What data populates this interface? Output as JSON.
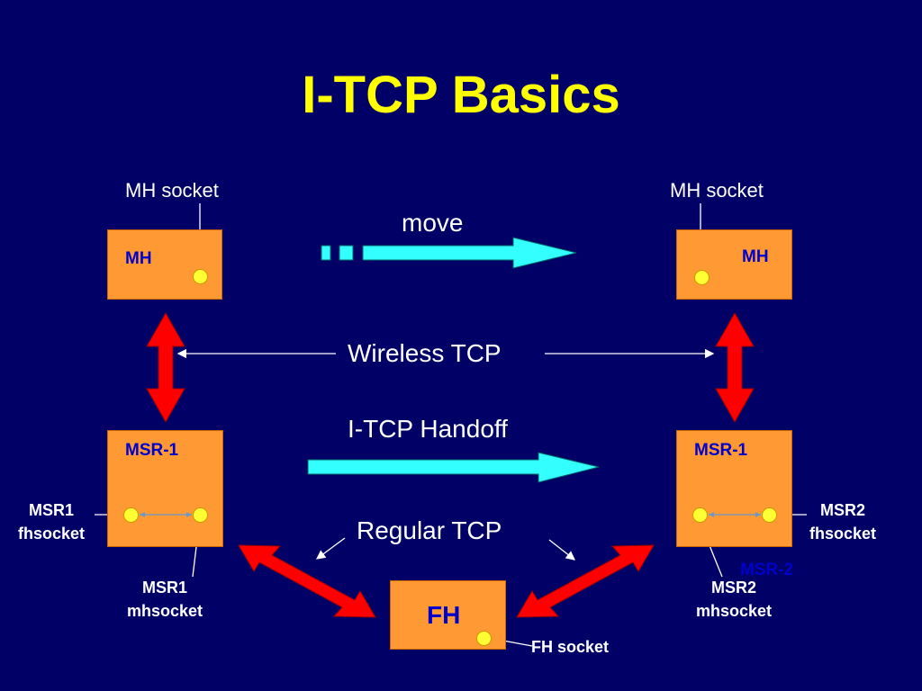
{
  "title": "I-TCP Basics",
  "labels": {
    "mh_socket_left": "MH socket",
    "mh_socket_right": "MH socket",
    "move": "move",
    "wireless_tcp": "Wireless TCP",
    "itcp_handoff": "I-TCP Handoff",
    "regular_tcp": "Regular TCP",
    "msr1_fhsocket_line1": "MSR1",
    "msr1_fhsocket_line2": "fhsocket",
    "msr1_mhsocket_line1": "MSR1",
    "msr1_mhsocket_line2": "mhsocket",
    "msr2_fhsocket_line1": "MSR2",
    "msr2_fhsocket_line2": "fhsocket",
    "msr2_mhsocket_line1": "MSR2",
    "msr2_mhsocket_line2": "mhsocket",
    "fh_socket": "FH socket",
    "msr2_hidden": "MSR-2"
  },
  "boxes": {
    "mh_left": "MH",
    "mh_right": "MH",
    "msr_left": "MSR-1",
    "msr_right": "MSR-1",
    "fh": "FH"
  },
  "colors": {
    "background": "#000066",
    "title": "#ffff00",
    "box": "#ff9933",
    "box_label": "#0000cc",
    "socket": "#ffff33",
    "link_arrow": "#ff0000",
    "move_arrow": "#33ffff"
  }
}
